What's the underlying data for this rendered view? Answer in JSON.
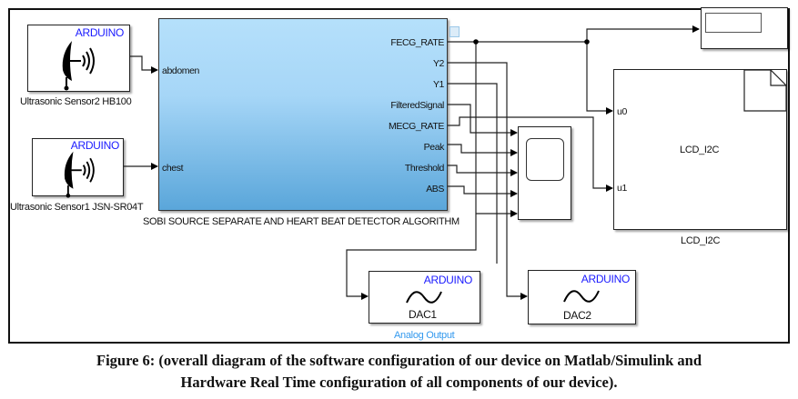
{
  "sensors": [
    {
      "badge": "ARDUINO",
      "label": "Ultrasonic Sensor2 HB100",
      "icon": "ultrasonic-sensor-icon"
    },
    {
      "badge": "ARDUINO",
      "label": "Ultrasonic Sensor1 JSN-SR04T",
      "icon": "ultrasonic-sensor-icon"
    }
  ],
  "sobi": {
    "label": "SOBI SOURCE SEPARATE AND HEART BEAT DETECTOR ALGORITHM",
    "inputs": [
      "abdomen",
      "chest"
    ],
    "outputs": [
      "FECG_RATE",
      "Y2",
      "Y1",
      "FilteredSignal",
      "MECG_RATE",
      "Peak",
      "Threshold",
      "ABS"
    ]
  },
  "display": {
    "icon": "display-block-icon"
  },
  "scope": {
    "icon": "scope-icon"
  },
  "lcd": {
    "title": "LCD_I2C",
    "label": "LCD_I2C",
    "inputs": [
      "u0",
      "u1"
    ]
  },
  "dacs": [
    {
      "badge": "ARDUINO",
      "name": "DAC1",
      "label": "Analog Output",
      "icon": "sine-wave-icon"
    },
    {
      "badge": "ARDUINO",
      "name": "DAC2",
      "label": "",
      "icon": "sine-wave-icon"
    }
  ],
  "colors": {
    "arduino_badge": "#1a1aff",
    "analog_output_label": "#3399ee",
    "sobi_top": "#b5e0fb",
    "sobi_bottom": "#5aa6da"
  },
  "caption": {
    "line1": "Figure 6: (overall diagram of the software configuration of our device on Matlab/Simulink and",
    "line2": "Hardware Real Time configuration of all components of our device)."
  }
}
